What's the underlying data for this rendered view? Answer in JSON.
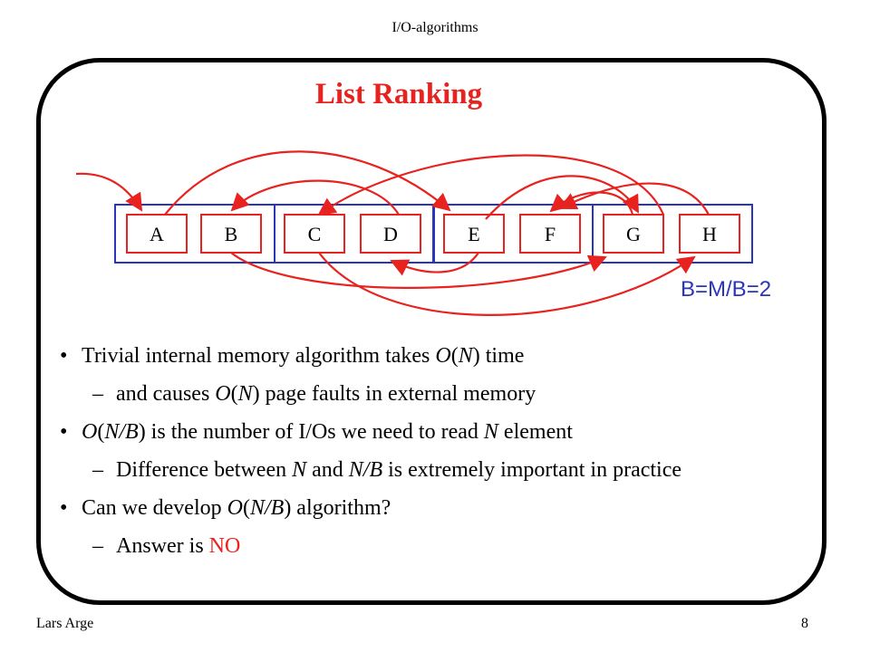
{
  "header": {
    "title": "I/O-algorithms"
  },
  "slide": {
    "title": "List Ranking",
    "diagram": {
      "elements": [
        "A",
        "B",
        "C",
        "D",
        "E",
        "F",
        "G",
        "H"
      ],
      "block_label": "B=M/B=2"
    },
    "bullets": [
      {
        "marker": "•",
        "parts": [
          [
            "Trivial internal memory algorithm takes ",
            ""
          ],
          [
            "O",
            "i"
          ],
          [
            "(",
            ""
          ],
          [
            "N",
            "i"
          ],
          [
            ") time",
            ""
          ]
        ]
      },
      {
        "marker": "–",
        "parts": [
          [
            "and causes ",
            ""
          ],
          [
            "O",
            "i"
          ],
          [
            "(",
            ""
          ],
          [
            "N",
            "i"
          ],
          [
            ") page faults in external memory",
            ""
          ]
        ]
      },
      {
        "marker": "•",
        "parts": [
          [
            "O",
            "i"
          ],
          [
            "(",
            ""
          ],
          [
            "N/B",
            "i"
          ],
          [
            ") is the number of I/Os we need to read ",
            ""
          ],
          [
            "N",
            "i"
          ],
          [
            " element",
            ""
          ]
        ]
      },
      {
        "marker": "–",
        "parts": [
          [
            "Difference between ",
            ""
          ],
          [
            "N",
            "i"
          ],
          [
            " and ",
            ""
          ],
          [
            "N/B",
            "i"
          ],
          [
            " is extremely important in practice",
            ""
          ]
        ]
      },
      {
        "marker": "•",
        "parts": [
          [
            "Can we develop ",
            ""
          ],
          [
            "O",
            "i"
          ],
          [
            "(",
            ""
          ],
          [
            "N/B",
            "i"
          ],
          [
            ") algorithm?",
            ""
          ]
        ]
      },
      {
        "marker": "–",
        "parts": [
          [
            "Answer is ",
            ""
          ],
          [
            "NO",
            "r"
          ]
        ]
      }
    ]
  },
  "footer": {
    "author": "Lars Arge",
    "page": "8"
  },
  "colors": {
    "red": "#e8221e",
    "blue": "#2b35b8"
  }
}
